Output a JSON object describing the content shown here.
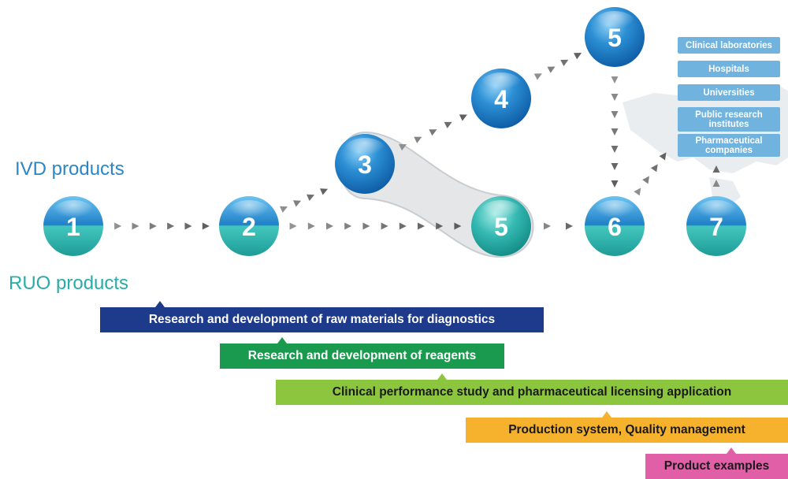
{
  "labels": {
    "ivd": "IVD products",
    "ruo": "RUO products"
  },
  "nodes": [
    {
      "id": "1",
      "label": "1",
      "style": "split"
    },
    {
      "id": "2",
      "label": "2",
      "style": "split"
    },
    {
      "id": "3",
      "label": "3",
      "style": "blue"
    },
    {
      "id": "4",
      "label": "4",
      "style": "blue"
    },
    {
      "id": "5-top",
      "label": "5",
      "style": "blue"
    },
    {
      "id": "5-bottom",
      "label": "5",
      "style": "teal"
    },
    {
      "id": "6",
      "label": "6",
      "style": "split"
    },
    {
      "id": "7",
      "label": "7",
      "style": "split"
    }
  ],
  "destinations": [
    "Clinical laboratories",
    "Hospitals",
    "Universities",
    "Public research institutes",
    "Pharmaceutical companies"
  ],
  "stages": [
    {
      "label": "Research and development of raw materials for diagnostics",
      "bg": "#1e3a8a",
      "fg": "#ffffff"
    },
    {
      "label": "Research and development of reagents",
      "bg": "#1a9a4f",
      "fg": "#ffffff"
    },
    {
      "label": "Clinical performance study and pharmaceutical licensing application",
      "bg": "#8cc63f",
      "fg": "#1a1a1a"
    },
    {
      "label": "Production system, Quality management",
      "bg": "#f6b12d",
      "fg": "#1a1a1a"
    },
    {
      "label": "Product examples",
      "bg": "#e05fa6",
      "fg": "#1a1a1a"
    }
  ],
  "colors": {
    "ivd_blue": "#2a86c4",
    "ruo_teal": "#27ada7",
    "arrow_gray": "#9a9a9a"
  }
}
